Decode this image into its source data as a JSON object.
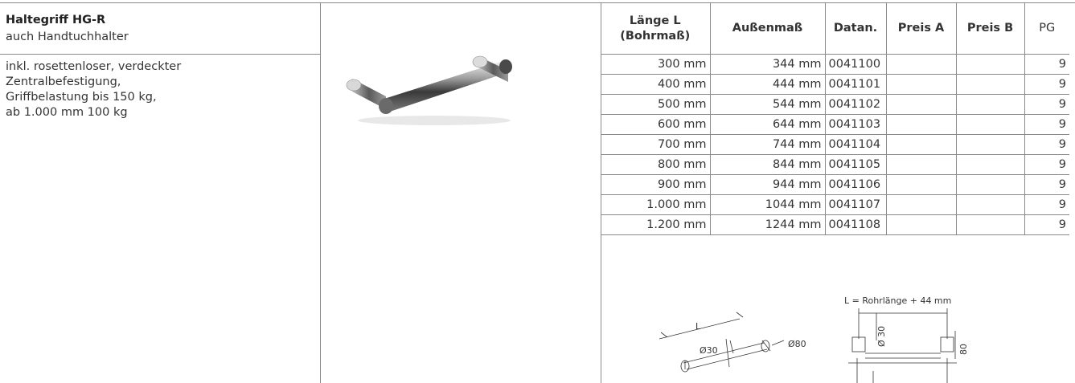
{
  "product": {
    "title": "Haltegriff HG-R",
    "subtitle": "auch Handtuchhalter",
    "description_lines": [
      "inkl. rosettenloser, verdeckter",
      "Zentralbefestigung,",
      "Griffbelastung bis 150 kg,",
      "ab 1.000 mm 100 kg"
    ]
  },
  "table": {
    "headers": {
      "laenge_line1": "Länge L",
      "laenge_line2": "(Bohrmaß)",
      "aussenmass": "Außenmaß",
      "datan": "Datan.",
      "preis_a": "Preis A",
      "preis_b": "Preis B",
      "pg": "PG"
    },
    "rows": [
      {
        "laenge": "300 mm",
        "aussen": "344 mm",
        "datan": "0041100",
        "preis_a": "",
        "preis_b": "",
        "pg": "9"
      },
      {
        "laenge": "400 mm",
        "aussen": "444 mm",
        "datan": "0041101",
        "preis_a": "",
        "preis_b": "",
        "pg": "9"
      },
      {
        "laenge": "500 mm",
        "aussen": "544 mm",
        "datan": "0041102",
        "preis_a": "",
        "preis_b": "",
        "pg": "9"
      },
      {
        "laenge": "600 mm",
        "aussen": "644 mm",
        "datan": "0041103",
        "preis_a": "",
        "preis_b": "",
        "pg": "9"
      },
      {
        "laenge": "700 mm",
        "aussen": "744 mm",
        "datan": "0041104",
        "preis_a": "",
        "preis_b": "",
        "pg": "9"
      },
      {
        "laenge": "800 mm",
        "aussen": "844 mm",
        "datan": "0041105",
        "preis_a": "",
        "preis_b": "",
        "pg": "9"
      },
      {
        "laenge": "900 mm",
        "aussen": "944 mm",
        "datan": "0041106",
        "preis_a": "",
        "preis_b": "",
        "pg": "9"
      },
      {
        "laenge": "1.000 mm",
        "aussen": "1044 mm",
        "datan": "0041107",
        "preis_a": "",
        "preis_b": "",
        "pg": "9"
      },
      {
        "laenge": "1.200 mm",
        "aussen": "1244 mm",
        "datan": "0041108",
        "preis_a": "",
        "preis_b": "",
        "pg": "9"
      }
    ]
  },
  "drawing": {
    "formula": "L = Rohrlänge + 44 mm",
    "label_l": "L",
    "label_d30": "Ø30",
    "label_d80": "Ø80",
    "label_d30_vertical": "Ø 30",
    "label_80": "80"
  }
}
